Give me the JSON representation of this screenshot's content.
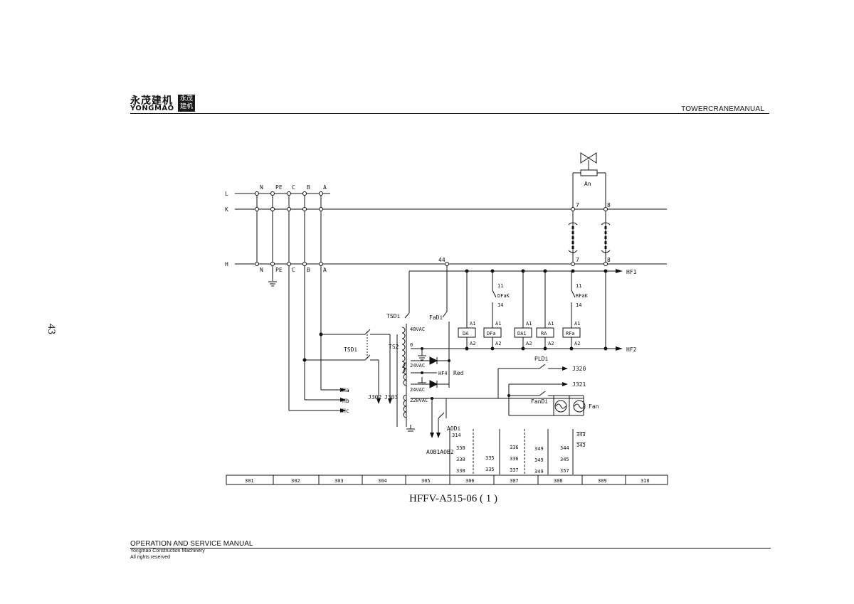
{
  "header": {
    "brand_cn": "永茂建机",
    "brand_en": "YONGMAO",
    "seal_text": "永茂建机",
    "manual_title": "TOWERCRANEMANUAL"
  },
  "page_number": "43",
  "figure_caption": "HFFV-A515-06  ( 1 )",
  "footer": {
    "title": "OPERATION AND SERVICE MANUAL",
    "company": "Yongmao Construction Machinery",
    "rights": "All rights reserved"
  },
  "schematic": {
    "bus_labels": [
      "L",
      "K",
      "H"
    ],
    "phase_labels_top": [
      "N",
      "PE",
      "C",
      "B",
      "A"
    ],
    "phase_labels_bottom": [
      "N",
      "PE",
      "C",
      "B",
      "A"
    ],
    "terminal_44": "44",
    "terminal_7_top": "7",
    "terminal_8_top": "8",
    "terminal_7_bottom": "7",
    "terminal_8_bottom": "8",
    "valve_label": "An",
    "hf1": "HF1",
    "hf2": "HF2",
    "tsdi_top": "TSDi",
    "tsdi_side": "TSDi",
    "fadi": "FaDi",
    "ts2": "TS2",
    "v48": "48VAC",
    "zero": "0",
    "v24a": "24VAC",
    "v24b": "24VAC",
    "v220": "220VAC",
    "hf4": "HF4",
    "red": "Red",
    "ha": "Ha",
    "hb": "Hb",
    "hc": "Hc",
    "j302": "J302",
    "j303": "J303",
    "aob": "AOB1AOB2",
    "aodi": "AODi",
    "pldi": "PLDi",
    "j320": "J320",
    "j321": "J321",
    "fandi": "FanDi",
    "fan": "Fan",
    "contact_dfak": {
      "top": "11",
      "name": "DFaK",
      "bottom": "14"
    },
    "contact_rfak": {
      "top": "11",
      "name": "RFaK",
      "bottom": "14"
    },
    "relays": [
      {
        "top": "A1",
        "name": "DA",
        "bottom": "A2"
      },
      {
        "top": "A1",
        "name": "DFa",
        "bottom": "A2"
      },
      {
        "top": "A1",
        "name": "DA1",
        "bottom": "A2"
      },
      {
        "top": "A1",
        "name": "RA",
        "bottom": "A2"
      },
      {
        "top": "A1",
        "name": "RFa",
        "bottom": "A2"
      }
    ],
    "xref_columns": [
      [
        "314",
        "330",
        "330",
        "330"
      ],
      [
        "335",
        "335"
      ],
      [
        "336",
        "336",
        "337"
      ],
      [
        "349",
        "349",
        "349"
      ],
      [
        "344",
        "345",
        "357"
      ],
      [
        "343",
        "343"
      ]
    ],
    "index_cells": [
      "301",
      "302",
      "303",
      "304",
      "305",
      "306",
      "307",
      "308",
      "309",
      "310"
    ]
  }
}
